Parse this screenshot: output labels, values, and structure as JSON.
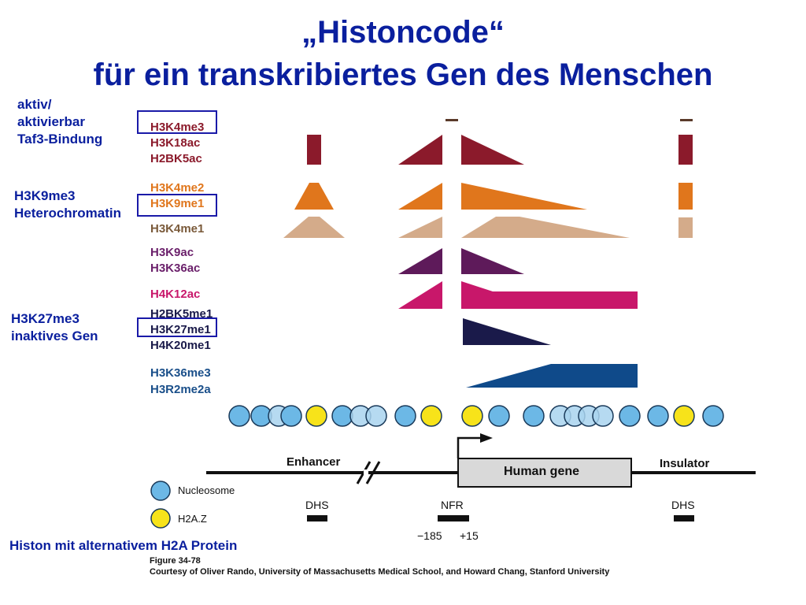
{
  "title": {
    "line1": "„Histoncode“",
    "line2": "für ein transkribiertes Gen des Menschen"
  },
  "annotations": {
    "active_l1": "aktiv/",
    "active_l2": "aktivierbar",
    "active_l3": "Taf3-Bindung",
    "h3k9_l1": "H3K9me3",
    "h3k9_l2": "Heterochromatin",
    "h3k27_l1": "H3K27me3",
    "h3k27_l2": "inaktives Gen",
    "h2a": "Histon mit alternativem H2A Protein"
  },
  "marks": [
    {
      "label": "H3K4me3",
      "color": "#8b1a2b"
    },
    {
      "label": "H3K18ac",
      "color": "#8b1a2b"
    },
    {
      "label": "H2BK5ac",
      "color": "#8b1a2b"
    },
    {
      "label": "H3K4me2",
      "color": "#e0761c"
    },
    {
      "label": "H3K9me1",
      "color": "#e0761c"
    },
    {
      "label": "H3K4me1",
      "color": "#7a5a3a"
    },
    {
      "label": "H3K9ac",
      "color": "#6a1f6a"
    },
    {
      "label": "H3K36ac",
      "color": "#6a1f6a"
    },
    {
      "label": "H4K12ac",
      "color": "#c8176a"
    },
    {
      "label": "H2BK5me1",
      "color": "#1a1a4a"
    },
    {
      "label": "H3K27me1",
      "color": "#1a1a4a"
    },
    {
      "label": "H4K20me1",
      "color": "#1a1a4a"
    },
    {
      "label": "H3K36me3",
      "color": "#1a4f8a"
    },
    {
      "label": "H3R2me2a",
      "color": "#1a4f8a"
    }
  ],
  "diagram": {
    "enhancer": "Enhancer",
    "gene": "Human gene",
    "insulator": "Insulator",
    "dhs_left": "DHS",
    "nfr": "NFR",
    "dhs_right": "DHS",
    "pos_minus": "−185",
    "pos_plus": "+15"
  },
  "legend": {
    "nucleosome": "Nucleosome",
    "h2az": "H2A.Z"
  },
  "credits": {
    "figure": "Figure 34-78",
    "courtesy": "Courtesy of Oliver Rando, University of Massachusetts Medical School, and Howard Chang, Stanford University"
  },
  "colors": {
    "title_blue": "#0a1f9e",
    "nucleosome": "#6cb8e6",
    "h2az": "#f7e31a"
  }
}
